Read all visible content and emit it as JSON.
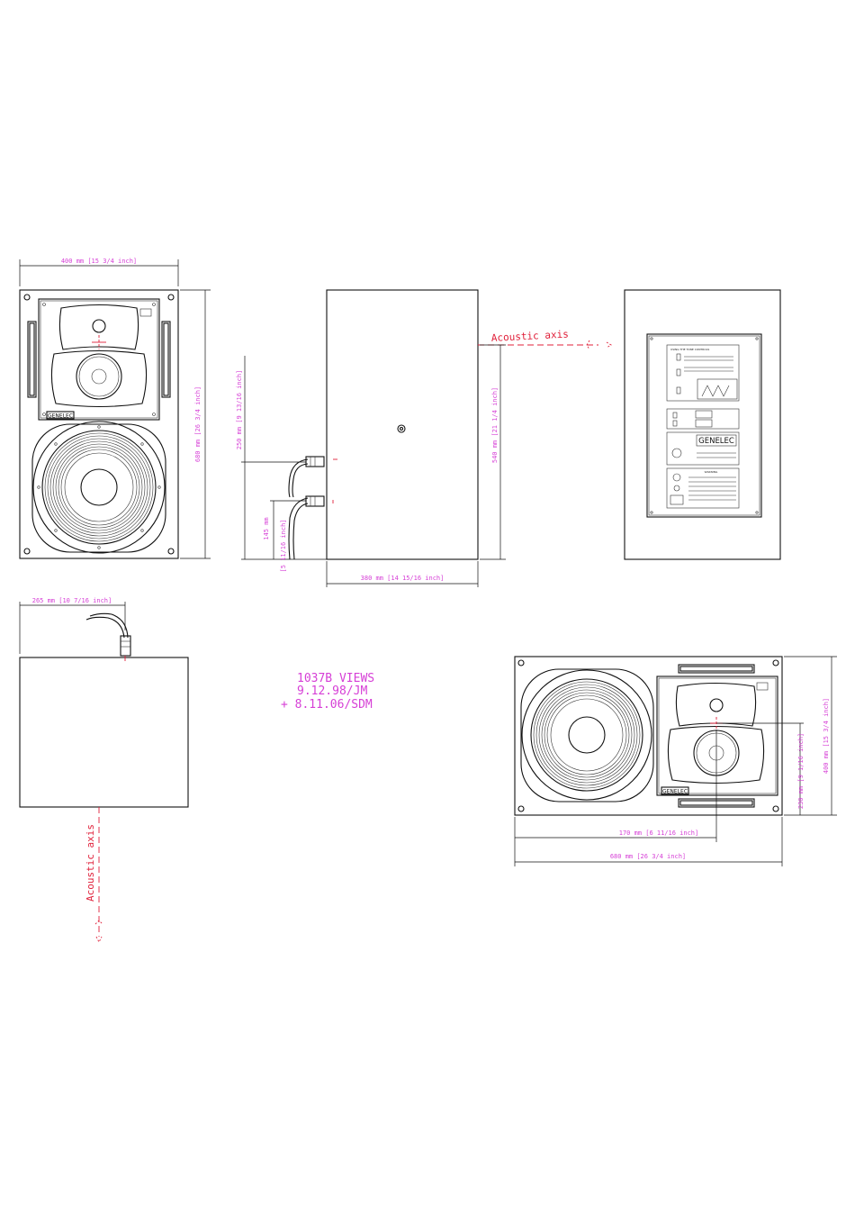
{
  "dimensions": {
    "front_width": "400 mm [15 3/4 inch]",
    "front_height": "680 mm [26 3/4 inch]",
    "side_upper_connector": "250 mm [9 13/16 inch]",
    "side_lower_connector": "145 mm",
    "side_lower_connector_inch": "[5 11/16 inch]",
    "side_axis_height": "540 mm [21 1/4 inch]",
    "side_depth": "380 mm [14 15/16 inch]",
    "top_depth": "265 mm [10 7/16 inch]",
    "horiz_height": "400 mm [15 3/4 inch]",
    "horiz_axis": "230 mm [9 1/16 inch]",
    "horiz_offset": "170 mm [6 11/16 inch]",
    "horiz_width": "680 mm [26 3/4 inch]"
  },
  "labels": {
    "acoustic_axis_side": "Acoustic axis",
    "acoustic_axis_top": "Acoustic axis",
    "brand": "GENELEC",
    "rear_panel_title": "USING THE TONE CONTROLS",
    "rear_warning": "WARNING"
  },
  "title_block": {
    "line1": "1037B VIEWS",
    "line2": "9.12.98/JM",
    "line3": "+ 8.11.06/SDM"
  },
  "colors": {
    "dimension_text": "#d63fd6",
    "acoustic_axis": "#e0203a",
    "linework": "#111111"
  }
}
